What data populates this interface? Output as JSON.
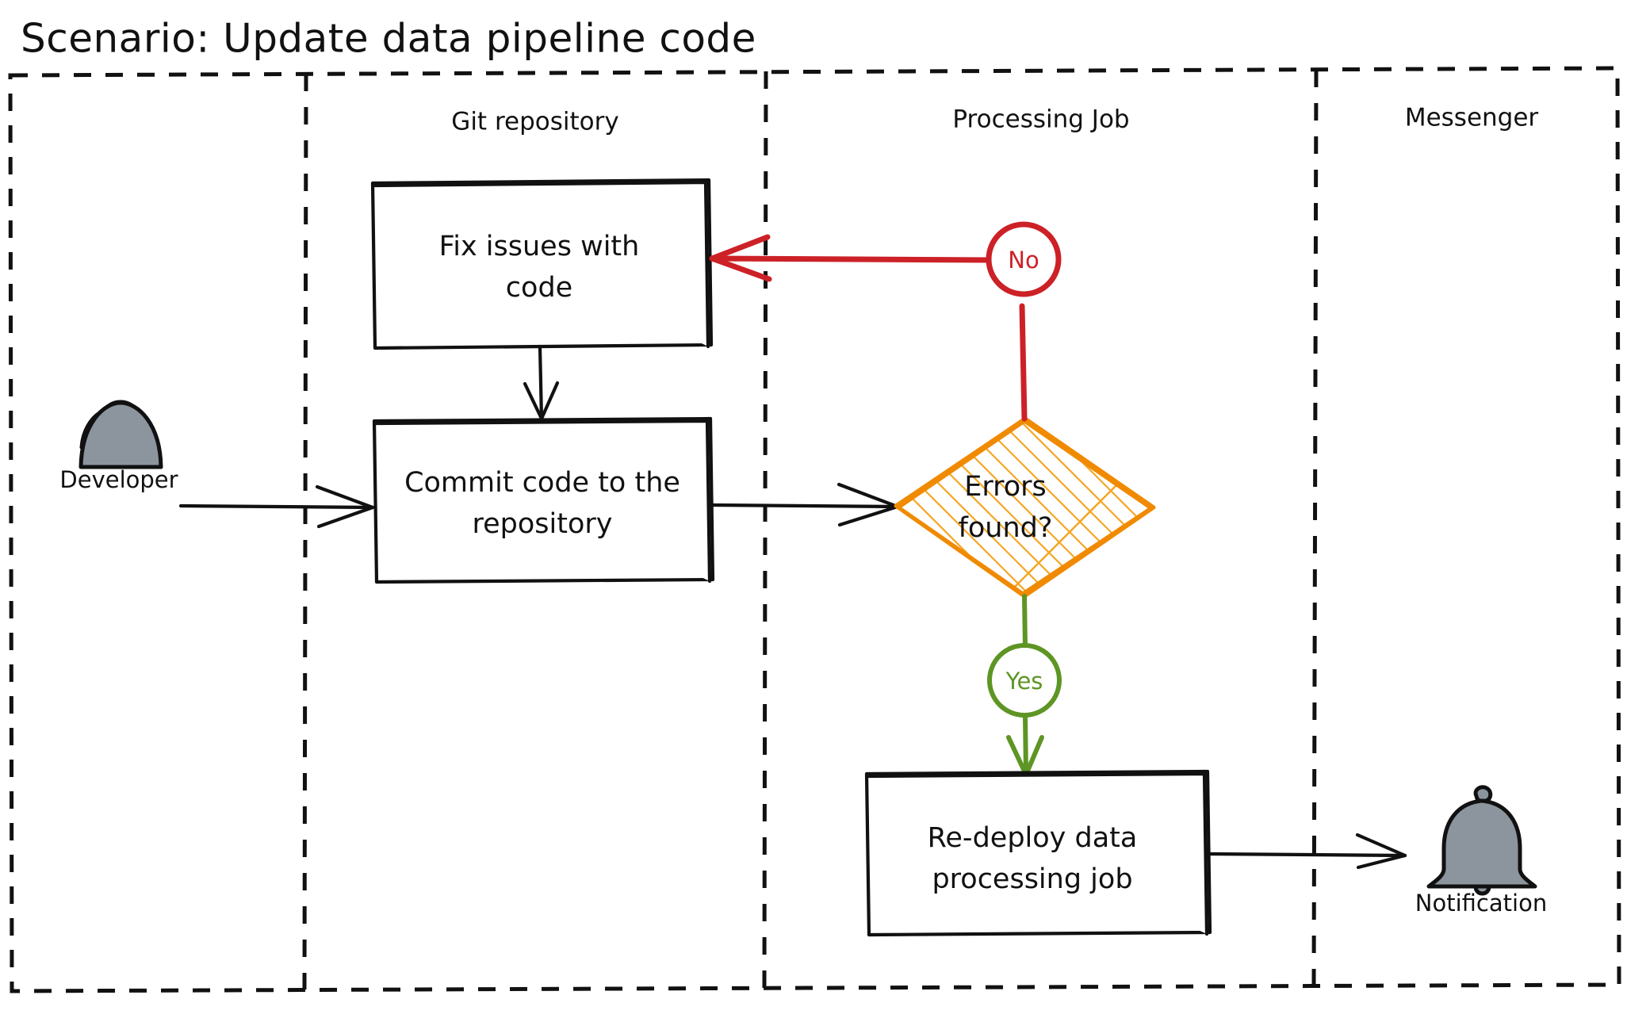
{
  "diagram": {
    "title": "Scenario: Update data pipeline code",
    "type": "swimlane-flowchart",
    "style": "hand-drawn-sketch",
    "colors": {
      "stroke": "#111111",
      "no_branch": "#cc2127",
      "yes_branch": "#5e9524",
      "decision_fill": "#f5a623",
      "decision_outline": "#f08a00",
      "actor_fill": "#8c959d",
      "background": "#ffffff"
    },
    "lanes": [
      {
        "id": "lane-actor",
        "label": ""
      },
      {
        "id": "lane-git",
        "label": "Git repository"
      },
      {
        "id": "lane-processing",
        "label": "Processing Job"
      },
      {
        "id": "lane-messenger",
        "label": "Messenger"
      }
    ],
    "nodes": [
      {
        "id": "developer",
        "type": "actor",
        "label": "Developer",
        "lane": "lane-actor"
      },
      {
        "id": "fix-issues",
        "type": "process",
        "label": "Fix issues with code",
        "label_lines": [
          "Fix issues with",
          "code"
        ],
        "lane": "lane-git"
      },
      {
        "id": "commit-code",
        "type": "process",
        "label": "Commit code to the repository",
        "label_lines": [
          "Commit code to the",
          "repository"
        ],
        "lane": "lane-git"
      },
      {
        "id": "errors-found",
        "type": "decision",
        "label": "Errors found?",
        "label_lines": [
          "Errors",
          "found?"
        ],
        "lane": "lane-processing"
      },
      {
        "id": "redeploy-job",
        "type": "process",
        "label": "Re-deploy data processing job",
        "label_lines": [
          "Re-deploy data",
          "processing job"
        ],
        "lane": "lane-processing"
      },
      {
        "id": "notification",
        "type": "event",
        "label": "Notification",
        "lane": "lane-messenger"
      }
    ],
    "edges": [
      {
        "id": "edge-dev-commit",
        "from": "developer",
        "to": "commit-code",
        "label": "",
        "color": "#111111"
      },
      {
        "id": "edge-fix-commit",
        "from": "fix-issues",
        "to": "commit-code",
        "label": "",
        "color": "#111111"
      },
      {
        "id": "edge-commit-errors",
        "from": "commit-code",
        "to": "errors-found",
        "label": "",
        "color": "#111111"
      },
      {
        "id": "edge-errors-no-fix",
        "from": "errors-found",
        "to": "fix-issues",
        "label": "No",
        "color": "#cc2127"
      },
      {
        "id": "edge-errors-yes-redeploy",
        "from": "errors-found",
        "to": "redeploy-job",
        "label": "Yes",
        "color": "#5e9524"
      },
      {
        "id": "edge-redeploy-notification",
        "from": "redeploy-job",
        "to": "notification",
        "label": "",
        "color": "#111111"
      }
    ]
  }
}
